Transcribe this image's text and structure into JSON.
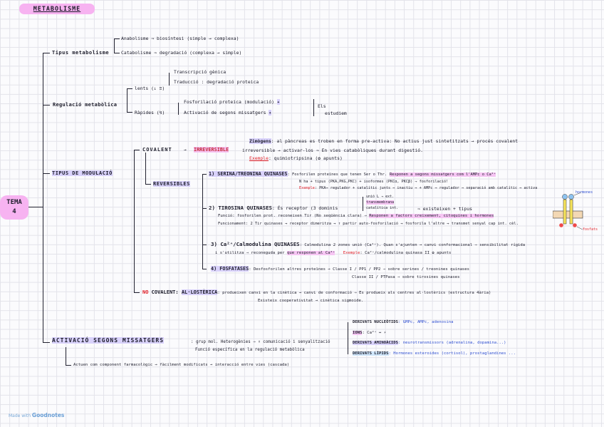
{
  "title": "METABOLISME",
  "tema": {
    "line1": "TEMA",
    "line2": "4"
  },
  "tipus": {
    "label": "Tipus metabolisme",
    "anabolisme": "Anabolisme ⇒ biosíntesi (simple → complexa)",
    "catabolisme": "Catabolisme ⇒ degradació (complexa → simple)"
  },
  "regulacio": {
    "label": "Regulació metabòlica",
    "lents": "lents (↓ ≡)",
    "transcripcio": "Transcripció gènica",
    "traduccio": "Traducció : degradació proteica",
    "rapides": "Ràpides (↯)",
    "fosforilacio": "Fosforilació proteica (modulació)",
    "activacio": "Activació de segons missatgers",
    "els": "Els",
    "estudiem": "estudiem"
  },
  "modulacio": {
    "label": "TIPUS DE MODULACIÓ",
    "covalent": "COVALENT",
    "irreversible_label": "IRREVERSIBLE",
    "irreversible_text": "irreversible → activar-los ⇒ En vies catabòliques durant digestió.",
    "zimogens_label": "Zimògens",
    "zimogens_text": ": al pàncreas es troben en forma pre-activa: No actius just sintetitzats → procés covalent",
    "exemple_label": "Exemple",
    "exemple_text": ": quimiotripsina (✿ apunts)",
    "reversibles": "REVERSIBLES",
    "serina_title": "1) SERINA/TREONINA QUINASES",
    "serina_text": ": Fosforilen proteïnes que tenen Ser o Thr.",
    "serina_hl": "Responen a segons missatgers com l'AMPc o Ca²⁺",
    "serina_line2": "N ha + tipus (PKA,PKG,PKC) + isoformes (PKCα, PKCβ) → fosforilació!",
    "serina_exemple_label": "Exemple",
    "serina_exemple": ": PKA⇒ regulador + catalític junts ⇒ inactiu ⇒ + AMPc ⇒ regulador ⇒ separació amb catalític ⇒ activa",
    "tirosina_title": "2) TIROSINA QUINASES",
    "tirosina_text": ": És receptor (3 dominis",
    "tirosina_d1": "unió L → ext.",
    "tirosina_d2": "transmembrana",
    "tirosina_d3": "catalítica int.",
    "tirosina_dominis_end": "⇒ existeixen + tipus",
    "tirosina_funcio_label": "Funció",
    "tirosina_funcio": ": fosforilen prot. reconeixen Tir (No seqüència clara) ⇒",
    "tirosina_funcio_hl": "Responen a factors creixement, citoquines i hormones",
    "tirosina_funcionament_label": "Funcionament",
    "tirosina_funcionament": ": 2 Tir quinases → receptor dimeritza → ↑ partir auto-fosforilació → fosforila l'altre → transmet senyal cap int. cèl.",
    "hormones": "hormones",
    "fosfats": "fosfats",
    "ca_title": "3) Ca²⁺/Calmodulina QUINASES",
    "ca_text": ": Calmodulina 2 zones unió (Ca²⁺). Quan s'ajunten → canvi conformacional ⇒ sensibilitat rígida",
    "ca_line2_a": "i s'utilitza ⇒ reconeguda per",
    "ca_line2_hl": "que responen al Ca²⁺",
    "ca_exemple_label": "Exemple",
    "ca_exemple": ": Ca²⁺/calmodulina quinasa II ✿ apunts",
    "fosfatases_title": "4) FOSFATASES",
    "fosfatases_text": ": Desfosforilen altres proteïnes → Classe I / PP1 / PP2 ⇒ sobre serines / treonines quinases",
    "fosfatases_line2": "Classe II / PTPasa ⇒ sobre tirosines quinases",
    "no_label": "NO",
    "no_covalent": "COVALENT:",
    "alosterica": "AL·LOSTÈRICA",
    "alosterica_text": ": produeixen canvi en la cinètica → canvi de conformació ⇒ Es produeix als centres al·lostèrics (estructura 4ària)",
    "alosterica_line2": "Existeix cooperativitat → cinètica sigmoide."
  },
  "segons": {
    "label": "ACTIVACIÓ SEGONS MISSATGERS",
    "text": ": grup mol. Heterogènies ⇒ ↑ comunicació i senyalització",
    "text2": "Funció específica en la regulació metabòlica",
    "derivats_nucleotids_label": "DERIVATS NUCLEÒTIDS",
    "derivats_nucleotids": ": GMPc, AMPc, adenosina",
    "ions_label": "IONS",
    "ions": ": Ca²⁺ ↔ ⚡",
    "derivats_aminoacids_label": "DERIVATS AMINOÀCIDS",
    "derivats_aminoacids": ": neurotransmissors (adrenalina, dopamina...)",
    "derivats_lipids_label": "DERIVATS LÍPIDS",
    "derivats_lipids": ": Hormones esteroides (cortisol), prostaglandines ...",
    "actuen": "Actuen com component farmacològic → fàcilment modificats → interacció entre vies (cascada)"
  },
  "watermark": {
    "small": "Made with",
    "brand": "Goodnotes"
  }
}
